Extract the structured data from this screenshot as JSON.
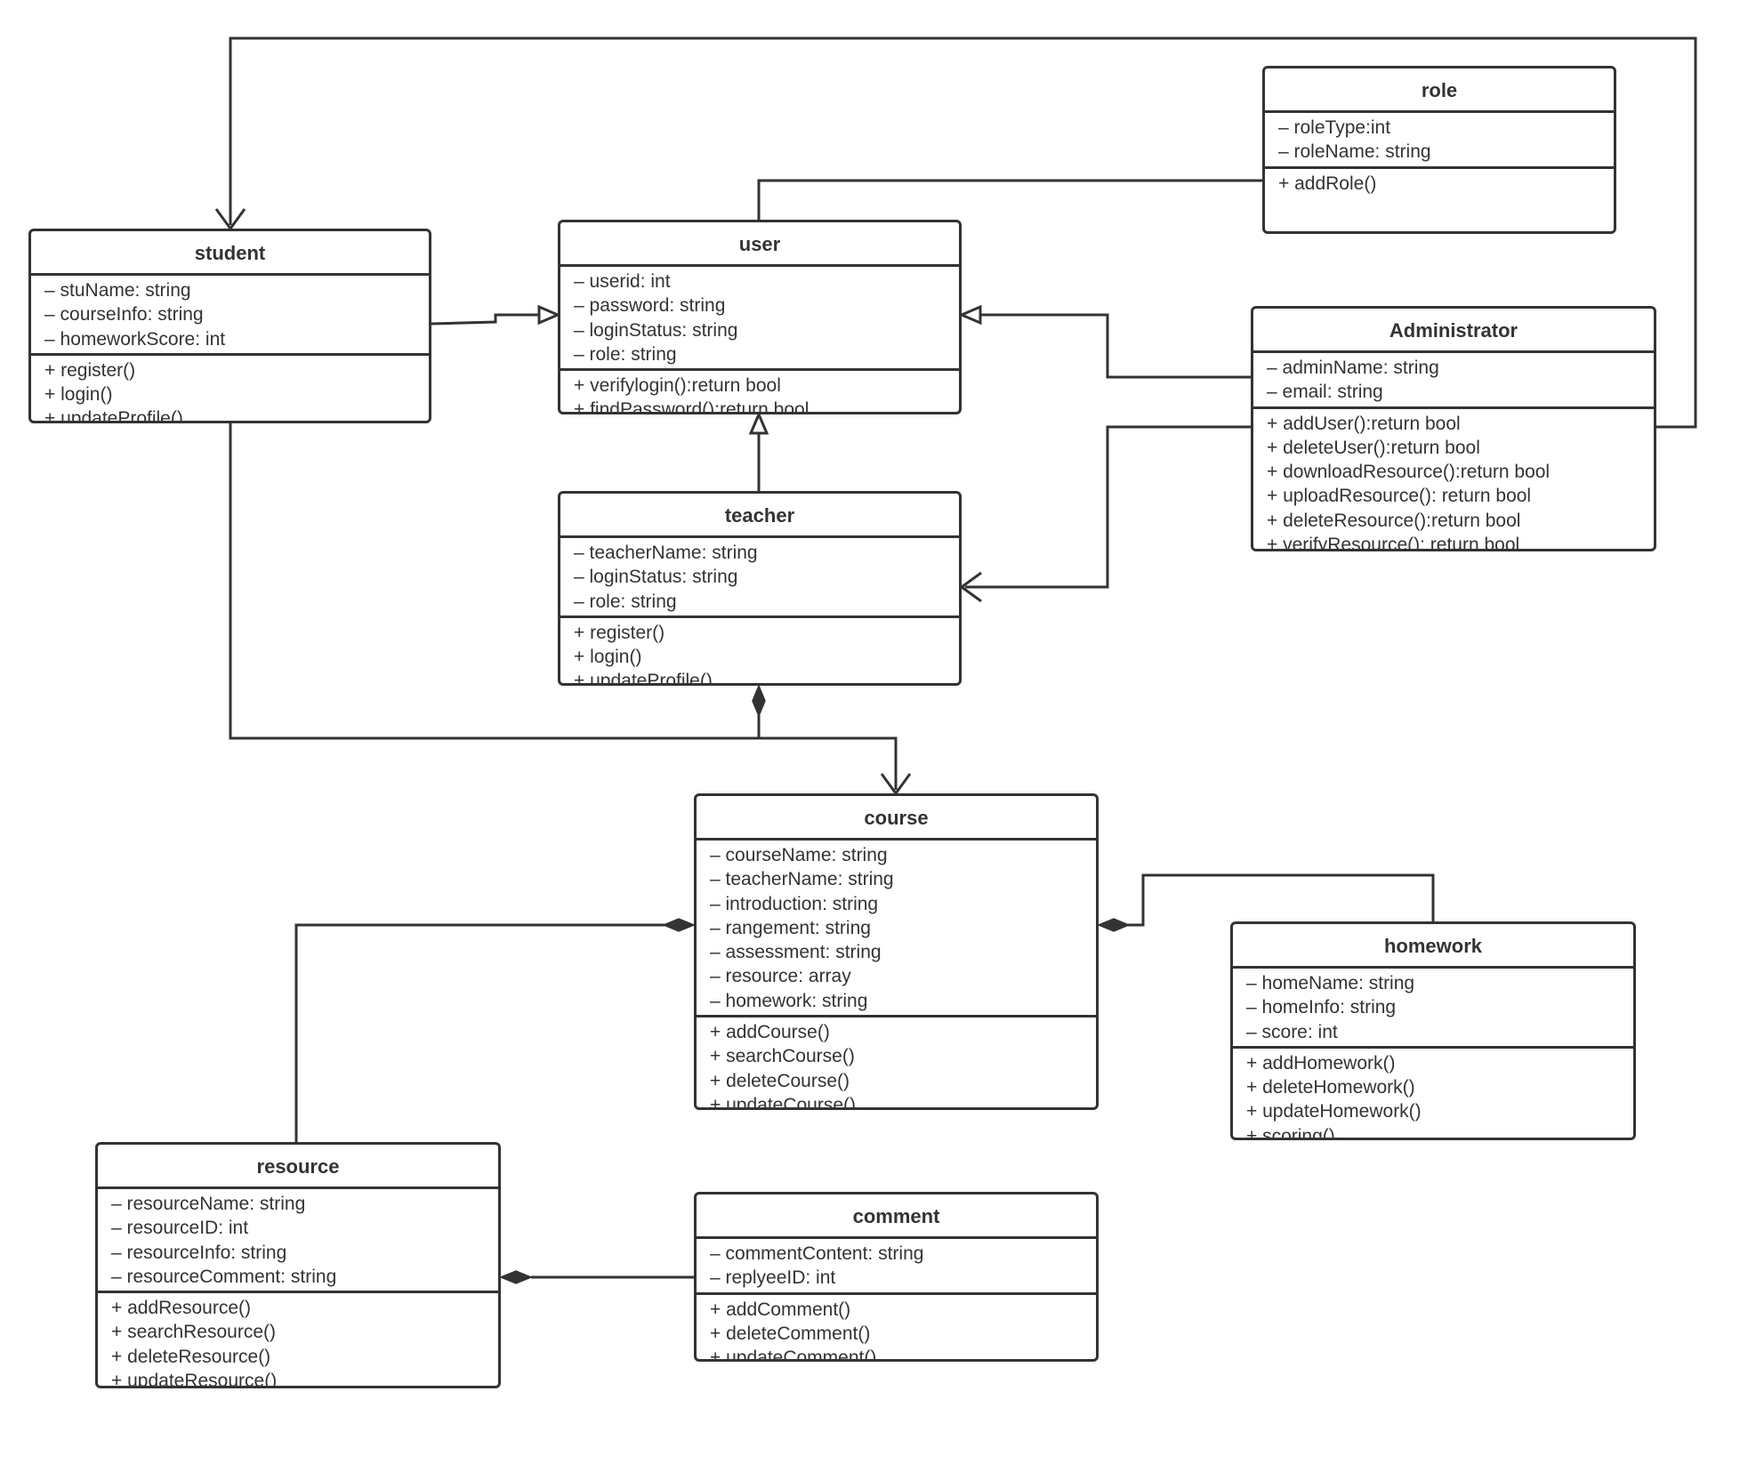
{
  "diagram": {
    "line_color": "#333333",
    "classes": [
      {
        "id": "student",
        "name": "student",
        "attributes": [
          "– stuName: string",
          "– courseInfo: string",
          "– homeworkScore: int"
        ],
        "methods": [
          "+ register()",
          "+ login()",
          "+ updateProfile()"
        ]
      },
      {
        "id": "user",
        "name": "user",
        "attributes": [
          "– userid: int",
          "– password: string",
          "– loginStatus: string",
          "– role: string"
        ],
        "methods": [
          "+ verifylogin():return bool",
          "+ findPassword():return bool"
        ]
      },
      {
        "id": "role",
        "name": "role",
        "attributes": [
          "– roleType:int",
          "– roleName: string"
        ],
        "methods": [
          "+ addRole()"
        ]
      },
      {
        "id": "administrator",
        "name": "Administrator",
        "attributes": [
          "– adminName: string",
          "– email: string"
        ],
        "methods": [
          "+ addUser():return bool",
          "+ deleteUser():return bool",
          "+ downloadResource():return bool",
          "+ uploadResource(): return bool",
          "+ deleteResource():return bool",
          "+ verifyResource(): return bool"
        ]
      },
      {
        "id": "teacher",
        "name": "teacher",
        "attributes": [
          "– teacherName: string",
          "– loginStatus: string",
          "– role: string"
        ],
        "methods": [
          "+ register()",
          "+ login()",
          "+ updateProfile()"
        ]
      },
      {
        "id": "course",
        "name": "course",
        "attributes": [
          "– courseName: string",
          "– teacherName: string",
          "– introduction: string",
          "– rangement: string",
          "– assessment: string",
          "– resource: array",
          "– homework: string"
        ],
        "methods": [
          "+ addCourse()",
          "+ searchCourse()",
          "+ deleteCourse()",
          "+ updateCourse()"
        ]
      },
      {
        "id": "homework",
        "name": "homework",
        "attributes": [
          "– homeName: string",
          "– homeInfo: string",
          "– score: int"
        ],
        "methods": [
          "+ addHomework()",
          "+ deleteHomework()",
          "+ updateHomework()",
          "+ scoring()"
        ]
      },
      {
        "id": "resource",
        "name": "resource",
        "attributes": [
          "– resourceName: string",
          "– resourceID: int",
          "– resourceInfo: string",
          "– resourceComment: string"
        ],
        "methods": [
          "+ addResource()",
          "+ searchResource()",
          "+ deleteResource()",
          "+ updateResource()"
        ]
      },
      {
        "id": "comment",
        "name": "comment",
        "attributes": [
          "– commentContent: string",
          "– replyeeID: int"
        ],
        "methods": [
          "+ addComment()",
          "+ deleteComment()",
          "+ updateComment()"
        ]
      }
    ],
    "relationships": [
      {
        "id": "student-user",
        "from": "student",
        "to": "user",
        "type": "generalization"
      },
      {
        "id": "teacher-user",
        "from": "teacher",
        "to": "user",
        "type": "generalization"
      },
      {
        "id": "administrator-user",
        "from": "administrator",
        "to": "user",
        "type": "generalization"
      },
      {
        "id": "role-user",
        "from": "role",
        "to": "user",
        "type": "association"
      },
      {
        "id": "administrator-student",
        "from": "administrator",
        "to": "student",
        "type": "directed-association"
      },
      {
        "id": "administrator-teacher",
        "from": "administrator",
        "to": "teacher",
        "type": "directed-association"
      },
      {
        "id": "student-course",
        "from": "student",
        "to": "course",
        "type": "directed-association"
      },
      {
        "id": "course-teacher",
        "from": "course",
        "to": "teacher",
        "type": "composition"
      },
      {
        "id": "resource-course",
        "from": "resource",
        "to": "course",
        "type": "composition"
      },
      {
        "id": "homework-course",
        "from": "homework",
        "to": "course",
        "type": "composition"
      },
      {
        "id": "comment-resource",
        "from": "comment",
        "to": "resource",
        "type": "composition"
      }
    ]
  }
}
